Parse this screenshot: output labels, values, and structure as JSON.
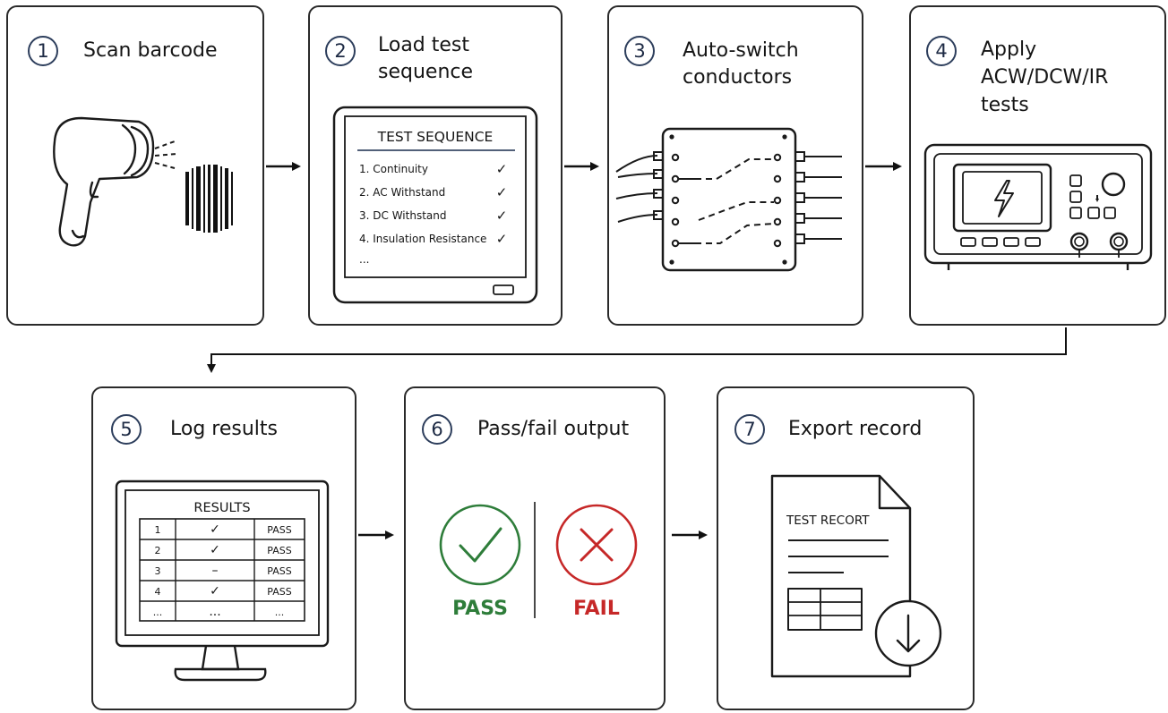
{
  "steps": [
    {
      "number": "1",
      "title_lines": [
        "Scan barcode"
      ]
    },
    {
      "number": "2",
      "title_lines": [
        "Load test",
        "sequence"
      ]
    },
    {
      "number": "3",
      "title_lines": [
        "Auto-switch",
        "conductors"
      ]
    },
    {
      "number": "4",
      "title_lines": [
        "Apply",
        "ACW/DCW/IR",
        "tests"
      ]
    },
    {
      "number": "5",
      "title_lines": [
        "Log results"
      ]
    },
    {
      "number": "6",
      "title_lines": [
        "Pass/fail output"
      ]
    },
    {
      "number": "7",
      "title_lines": [
        "Export record"
      ]
    }
  ],
  "sequence_screen": {
    "title": "TEST SEQUENCE",
    "items": [
      "1.  Continuity",
      "2.  AC Withstand",
      "3.  DC Withstand",
      "4.  Insulation Resistance"
    ],
    "more": "...",
    "check_glyph": "✓"
  },
  "tester": {
    "display_icon": "lightning-icon"
  },
  "results_screen": {
    "title": "RESULTS",
    "rows": [
      [
        "1",
        "✓",
        "PASS"
      ],
      [
        "2",
        "✓",
        "PASS"
      ],
      [
        "3",
        "–",
        "PASS"
      ],
      [
        "4",
        "✓",
        "PASS"
      ],
      [
        "...",
        "...",
        "..."
      ]
    ]
  },
  "pass_fail": {
    "pass_label": "PASS",
    "fail_label": "FAIL",
    "pass_color": "#2e7d3a",
    "fail_color": "#c62828"
  },
  "record": {
    "title": "TEST RECORT",
    "download_icon": "download-arrow-icon"
  }
}
